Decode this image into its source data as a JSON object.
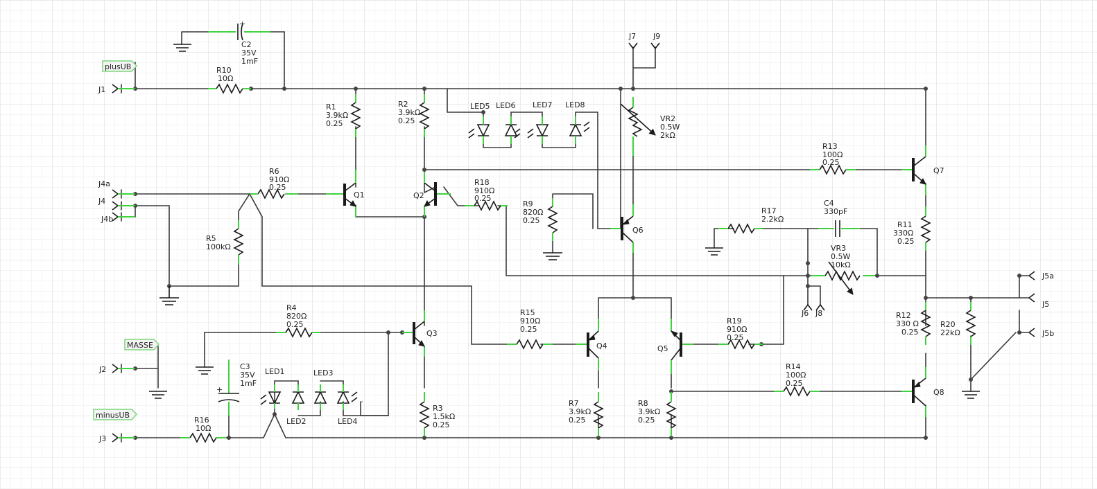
{
  "ports": {
    "plusUB": "plusUB",
    "MASSE": "MASSE",
    "minusUB": "minusUB"
  },
  "connectors": {
    "J1": "J1",
    "J2": "J2",
    "J3": "J3",
    "J4a": "J4a",
    "J4": "J4",
    "J4b": "J4b",
    "J5a": "J5a",
    "J5": "J5",
    "J5b": "J5b",
    "J6": "J6",
    "J7": "J7",
    "J8": "J8",
    "J9": "J9"
  },
  "resistors": {
    "R1": {
      "name": "R1",
      "value": "3.9kΩ",
      "power": "0.25"
    },
    "R2": {
      "name": "R2",
      "value": "3.9kΩ",
      "power": "0.25"
    },
    "R3": {
      "name": "R3",
      "value": "1.5kΩ",
      "power": "0.25"
    },
    "R4": {
      "name": "R4",
      "value": "820Ω",
      "power": "0.25"
    },
    "R5": {
      "name": "R5",
      "value": "100kΩ",
      "power": ""
    },
    "R6": {
      "name": "R6",
      "value": "910Ω",
      "power": "0.25"
    },
    "R7": {
      "name": "R7",
      "value": "3.9kΩ",
      "power": "0.25"
    },
    "R8": {
      "name": "R8",
      "value": "3.9kΩ",
      "power": "0.25"
    },
    "R9": {
      "name": "R9",
      "value": "820Ω",
      "power": "0.25"
    },
    "R10": {
      "name": "R10",
      "value": "10Ω",
      "power": ""
    },
    "R11": {
      "name": "R11",
      "value": "330Ω",
      "power": "0.25"
    },
    "R12": {
      "name": "R12",
      "value": "330 Ω",
      "power": "0.25"
    },
    "R13": {
      "name": "R13",
      "value": "100Ω",
      "power": "0.25"
    },
    "R14": {
      "name": "R14",
      "value": "100Ω",
      "power": "0.25"
    },
    "R15": {
      "name": "R15",
      "value": "910Ω",
      "power": "0.25"
    },
    "R16": {
      "name": "R16",
      "value": "10Ω",
      "power": ""
    },
    "R17": {
      "name": "R17",
      "value": "2.2kΩ",
      "power": ""
    },
    "R18": {
      "name": "R18",
      "value": "910Ω",
      "power": "0.25"
    },
    "R19": {
      "name": "R19",
      "value": "910Ω",
      "power": "0.25"
    },
    "R20": {
      "name": "R20",
      "value": "22kΩ",
      "power": ""
    }
  },
  "capacitors": {
    "C2": {
      "name": "C2",
      "voltage": "35V",
      "value": "1mF"
    },
    "C3": {
      "name": "C3",
      "voltage": "35V",
      "value": "1mF"
    },
    "C4": {
      "name": "C4",
      "value": "330pF"
    }
  },
  "pots": {
    "VR2": {
      "name": "VR2",
      "power": "0.5W",
      "value": "2kΩ"
    },
    "VR3": {
      "name": "VR3",
      "power": "0.5W",
      "value": "10kΩ"
    }
  },
  "transistors": [
    "Q1",
    "Q2",
    "Q3",
    "Q4",
    "Q5",
    "Q6",
    "Q7",
    "Q8"
  ],
  "leds": [
    "LED1",
    "LED2",
    "LED3",
    "LED4",
    "LED5",
    "LED6",
    "LED7",
    "LED8"
  ],
  "colors": {
    "wire": "#3a3a3a",
    "pin": "#3fd13f",
    "port_fill": "#e9f7e9",
    "port_border": "#7bd67b"
  }
}
